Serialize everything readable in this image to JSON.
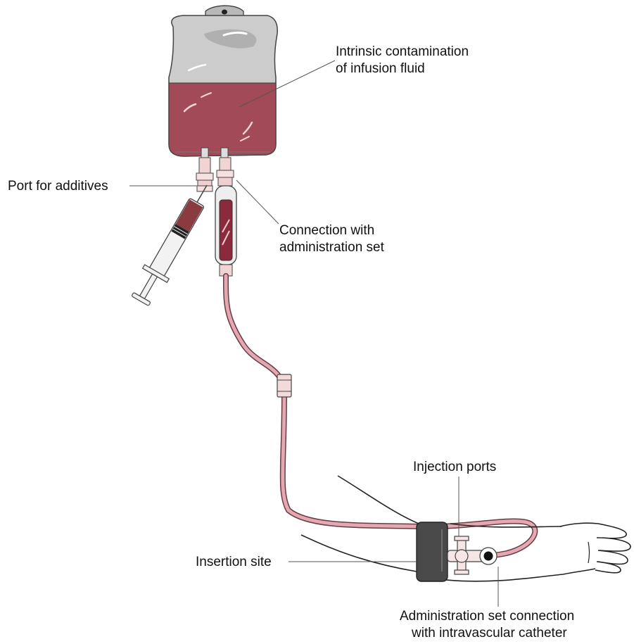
{
  "labels": {
    "contamination_line1": "Intrinsic  contamination",
    "contamination_line2": "of infusion fluid",
    "port_additives": "Port for additives",
    "connection_line1": "Connection with",
    "connection_line2": "administration set",
    "injection_ports": "Injection ports",
    "insertion_site": "Insertion site",
    "admin_connection_line1": "Administration set connection",
    "admin_connection_line2": "with intravascular catheter"
  },
  "colors": {
    "fluid": "#a24a58",
    "bag": "#c9c9c9",
    "tubing": "#e3a8b2",
    "syringe_fluid": "#8a3b3f",
    "dressing": "#4a4a4a"
  }
}
